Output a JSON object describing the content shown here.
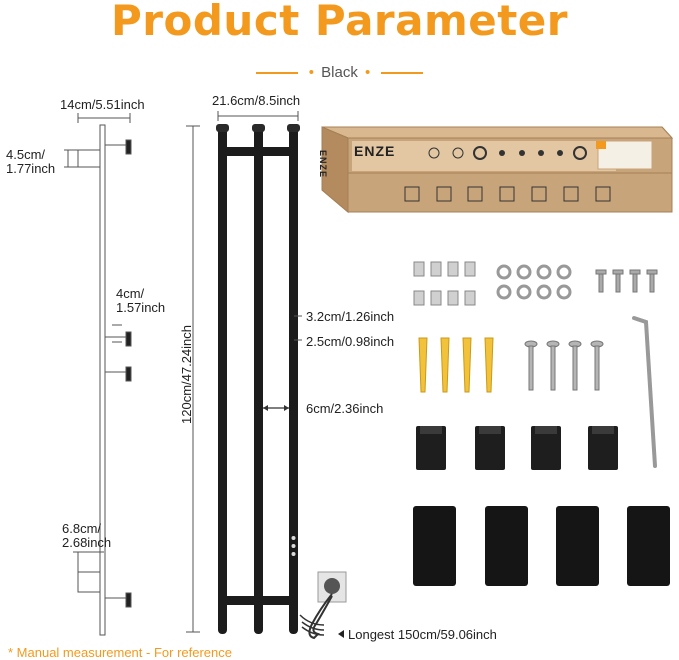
{
  "header": {
    "title": "Product Parameter",
    "color_label": "Black"
  },
  "dimensions": {
    "bracket_width": "14cm/5.51inch",
    "hook_height": [
      "4.5cm/",
      "1.77inch"
    ],
    "hook_spacing": [
      "4cm/",
      "1.57inch"
    ],
    "bottom_gap": [
      "6.8cm/",
      "2.68inch"
    ],
    "total_width": "21.6cm/8.5inch",
    "total_height": "120cm/47.24inch",
    "bar_gap": "3.2cm/1.26inch",
    "bar_diameter": "2.5cm/0.98inch",
    "bar_spacing": "6cm/2.36inch",
    "cord_length": "Longest 150cm/59.06inch"
  },
  "package": {
    "brand": "ENZE"
  },
  "footer": {
    "note": "* Manual measurement - For reference"
  },
  "colors": {
    "accent": "#f39a1e",
    "box": "#c8a47a",
    "rail": "#1c1c1c"
  }
}
